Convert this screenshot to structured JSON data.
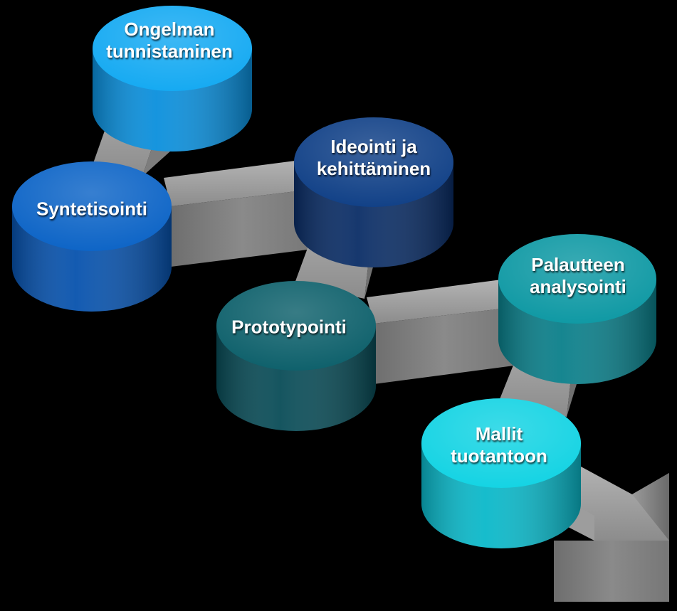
{
  "steps": [
    {
      "id": "problem",
      "lines": [
        "Ongelman",
        "tunnistaminen"
      ],
      "top_color": "#13a9f2",
      "side_color": "#0a8fdc"
    },
    {
      "id": "synthesis",
      "lines": [
        "Syntetisointi"
      ],
      "top_color": "#0b63c6",
      "side_color": "#0752ad"
    },
    {
      "id": "ideation",
      "lines": [
        "Ideointi ja",
        "kehittäminen"
      ],
      "top_color": "#0f3f86",
      "side_color": "#0a2d66"
    },
    {
      "id": "prototype",
      "lines": [
        "Prototypointi"
      ],
      "top_color": "#0c5f6a",
      "side_color": "#094c57"
    },
    {
      "id": "feedback",
      "lines": [
        "Palautteen",
        "analysointi"
      ],
      "top_color": "#0d98a3",
      "side_color": "#0a7f8a"
    },
    {
      "id": "production",
      "lines": [
        "Mallit",
        "tuotantoon"
      ],
      "top_color": "#12d3e3",
      "side_color": "#0ab8c9"
    }
  ],
  "colors": {
    "background": "#000000",
    "arrow": "#8a8a8a"
  }
}
